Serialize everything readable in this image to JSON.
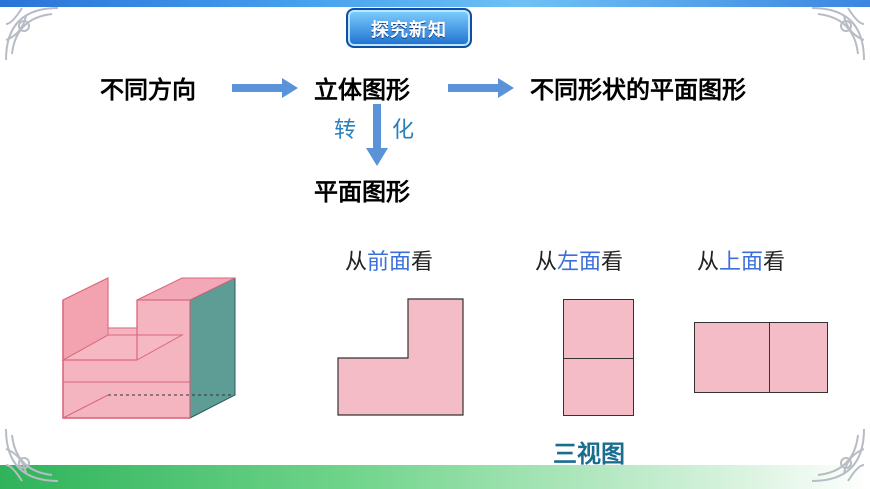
{
  "header": {
    "badge": "探究新知"
  },
  "flow": {
    "step1": "不同方向",
    "step2": "立体图形",
    "step3": "不同形状的平面图形",
    "side_left": "转",
    "side_right": "化",
    "bottom": "平面图形"
  },
  "views": {
    "front": {
      "pre": "从",
      "hl": "前面",
      "post": "看"
    },
    "left": {
      "pre": "从",
      "hl": "左面",
      "post": "看"
    },
    "top": {
      "pre": "从",
      "hl": "上面",
      "post": "看"
    },
    "caption": "三视图"
  },
  "colors": {
    "shape_fill": "#f4bcc6",
    "highlight": "#3c6fd9",
    "caption": "#1b6d8f",
    "arrow": "#5b93d9"
  }
}
